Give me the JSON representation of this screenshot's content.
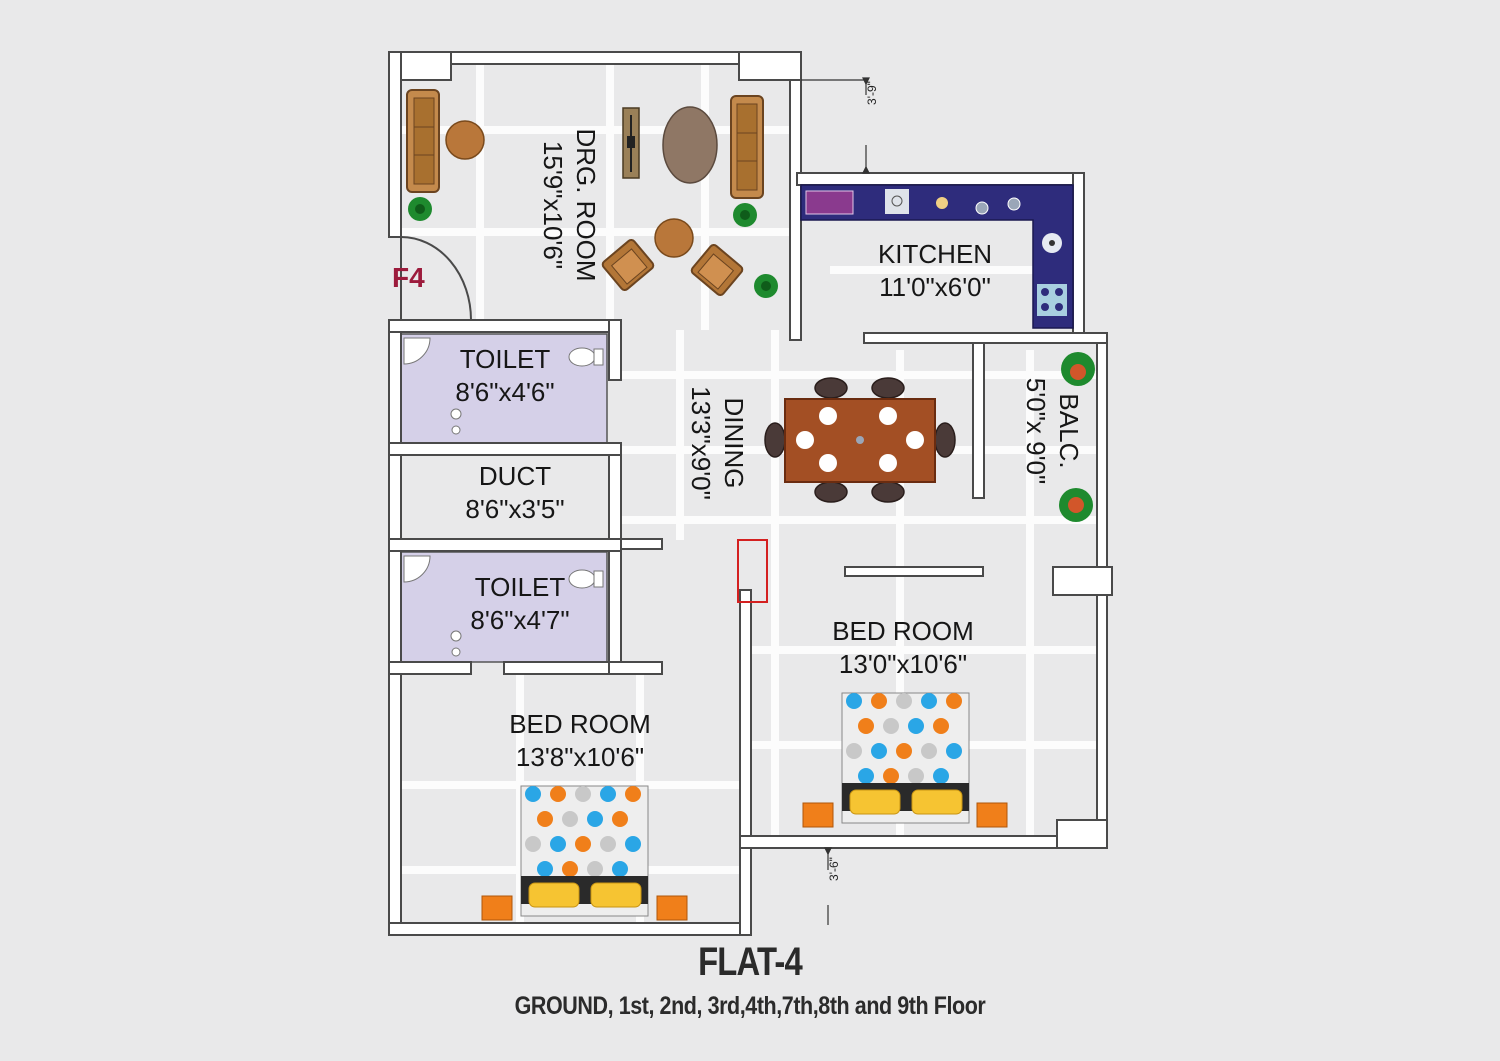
{
  "flat_code": "F4",
  "title": "FLAT-4",
  "subtitle": "GROUND, 1st, 2nd, 3rd,4th,7th,8th and 9th Floor",
  "rooms": {
    "drawing_room": {
      "name": "DRG. ROOM",
      "size": "15'9\"x10'6\""
    },
    "kitchen": {
      "name": "KITCHEN",
      "size": "11'0\"x6'0\""
    },
    "toilet_1": {
      "name": "TOILET",
      "size": "8'6\"x4'6\""
    },
    "duct": {
      "name": "DUCT",
      "size": "8'6\"x3'5\""
    },
    "toilet_2": {
      "name": "TOILET",
      "size": "8'6\"x4'7\""
    },
    "dining": {
      "name": "DINING",
      "size": "13'3\"x9'0\""
    },
    "balcony": {
      "name": "BALC.",
      "size": "5'0\"x 9'0\""
    },
    "bedroom_1": {
      "name": "BED ROOM",
      "size": "13'0\"x10'6\""
    },
    "bedroom_2": {
      "name": "BED ROOM",
      "size": "13'8\"x10'6\""
    }
  },
  "dimensions": {
    "top_offset": "3'-9\"",
    "bottom_offset": "3'-6\""
  },
  "colors": {
    "background": "#e9e9ea",
    "wall": "#4a4a4a",
    "toilet_fill": "#d5d0e8",
    "kitchen_counter": "#2e2c7c",
    "furniture_wood": "#b9773a",
    "dining_table": "#a34f24",
    "flat_code": "#9c1b3c",
    "plant": "#1e8a2e",
    "pillow_side": "#f07f1a"
  },
  "icons": [
    "sofa-icon",
    "round-table-icon",
    "plant-icon",
    "bed-icon",
    "toilet-icon",
    "shower-icon",
    "stove-icon",
    "sink-icon",
    "chair-icon"
  ]
}
